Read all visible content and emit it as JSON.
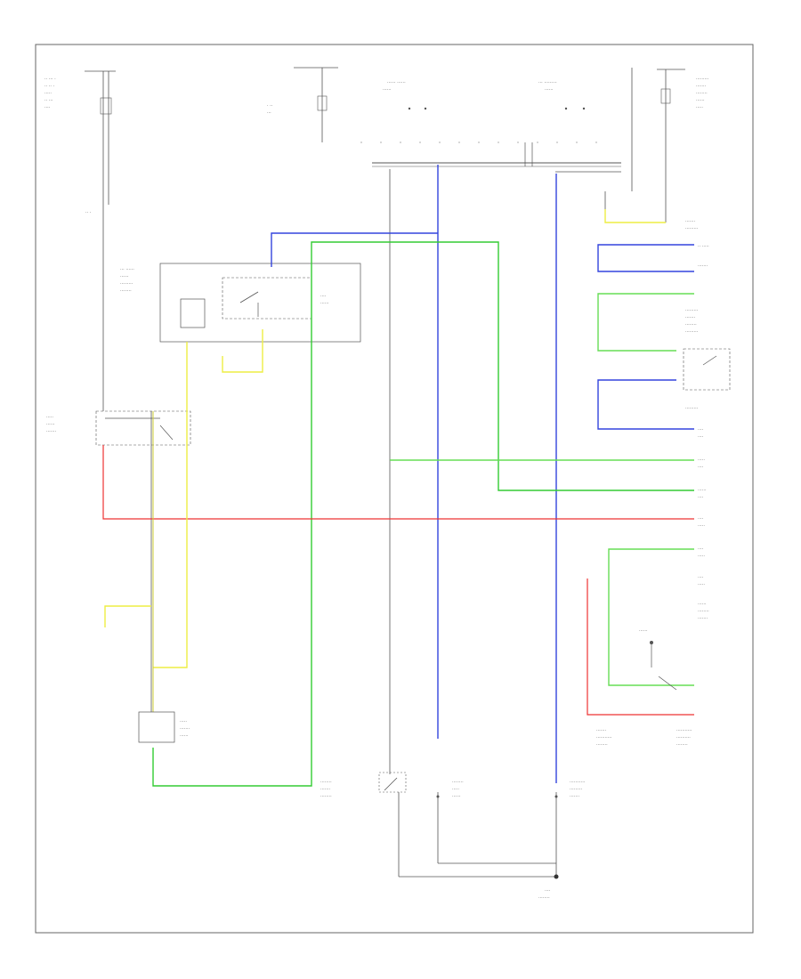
{
  "diagram": {
    "footer_code": "",
    "wire_colors": {
      "frame": "#333333",
      "black_wire": "#555555",
      "blue_wire": "#3344dd",
      "green_wire": "#33cc33",
      "lightgreen_wire": "#66dd55",
      "red_wire": "#ee3333",
      "yellow_wire": "#eeee44",
      "ground": "#444444"
    },
    "components": [
      {
        "id": "under-dash-fuse-left",
        "label": ""
      },
      {
        "id": "under-hood-fuse-center",
        "label": ""
      },
      {
        "id": "driver-switch",
        "label": ""
      },
      {
        "id": "passenger-switch",
        "label": ""
      },
      {
        "id": "under-dash-fuse-right",
        "label": ""
      },
      {
        "id": "multiplex-control-unit",
        "label": ""
      },
      {
        "id": "seat-belt-reminder-relay",
        "label": ""
      },
      {
        "id": "turn-switch",
        "label": ""
      },
      {
        "id": "gauge-control-module",
        "label": ""
      },
      {
        "id": "driver-seat-belt-switch",
        "label": ""
      },
      {
        "id": "driver-buckle-switch",
        "label": ""
      },
      {
        "id": "passenger-buckle-switch",
        "label": ""
      },
      {
        "id": "passenger-occupant-sensor",
        "label": ""
      },
      {
        "id": "srs-unit",
        "label": ""
      },
      {
        "id": "ground-point",
        "label": ""
      }
    ]
  }
}
